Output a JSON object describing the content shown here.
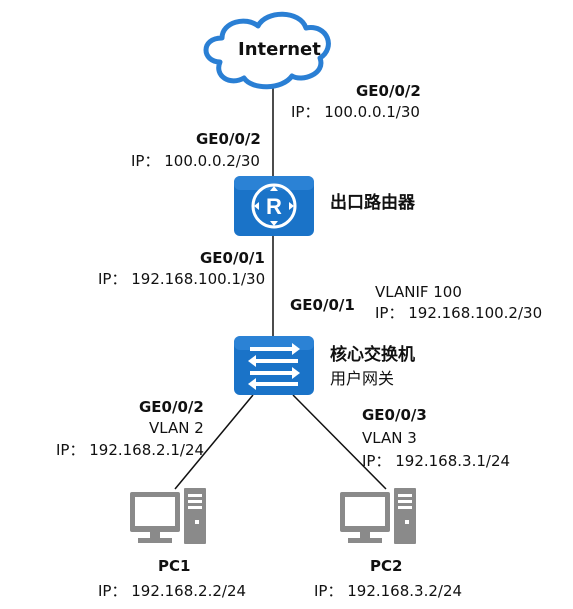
{
  "internet": {
    "label": "Internet"
  },
  "router": {
    "name": "出口路由器",
    "uplink_port": "GE0/0/2",
    "uplink_ip": "IP：  100.0.0.2/30",
    "downlink_port": "GE0/0/1",
    "downlink_ip": "IP：  192.168.100.1/30"
  },
  "isp": {
    "port": "GE0/0/2",
    "ip": "IP：  100.0.0.1/30"
  },
  "core_switch": {
    "name": "核心交换机",
    "role": "用户网关",
    "uplink_port": "GE0/0/1",
    "vlanif": "VLANIF 100",
    "vlanif_ip": "IP：  192.168.100.2/30",
    "left_port": "GE0/0/2",
    "left_vlan": "VLAN 2",
    "left_ip": "IP：  192.168.2.1/24",
    "right_port": "GE0/0/3",
    "right_vlan": "VLAN 3",
    "right_ip": "IP：  192.168.3.1/24"
  },
  "pc1": {
    "name": "PC1",
    "ip": "IP：  192.168.2.2/24"
  },
  "pc2": {
    "name": "PC2",
    "ip": "IP：  192.168.3.2/24"
  },
  "colors": {
    "device_blue": "#1a73c8",
    "line": "#111111"
  }
}
